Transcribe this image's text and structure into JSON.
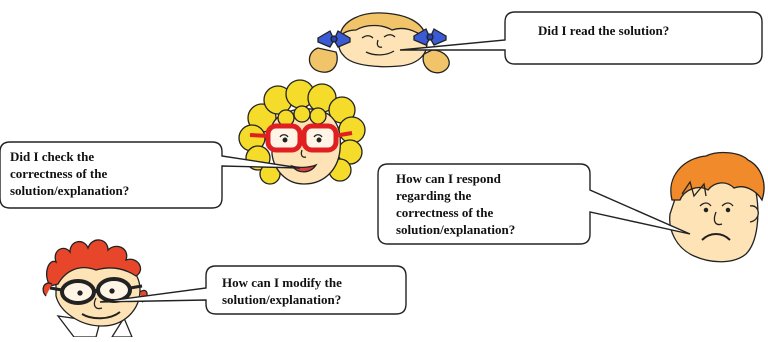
{
  "bubbles": {
    "read": {
      "lines": [
        "Did I read the solution?"
      ]
    },
    "check": {
      "lines": [
        "Did I check the",
        "correctness of the",
        "solution/explanation?"
      ]
    },
    "respond": {
      "lines": [
        "How can I respond",
        "regarding the",
        "correctness of the",
        "solution/explanation?"
      ]
    },
    "modify": {
      "lines": [
        "How can I modify the",
        "solution/explanation?"
      ]
    }
  },
  "colors": {
    "blonde_hair": "#f2c46a",
    "bow": "#3b5bd6",
    "yellow_curls": "#f5dc2a",
    "red_glasses": "#e02020",
    "orange_hair": "#f08a2a",
    "red_hair": "#e8462a",
    "skin": "#fde3b5",
    "outline": "#222222"
  },
  "icons": [
    "girl-with-bows-face-icon",
    "curly-girl-red-glasses-face-icon",
    "orange-haired-boy-face-icon",
    "red-haired-man-glasses-face-icon"
  ]
}
